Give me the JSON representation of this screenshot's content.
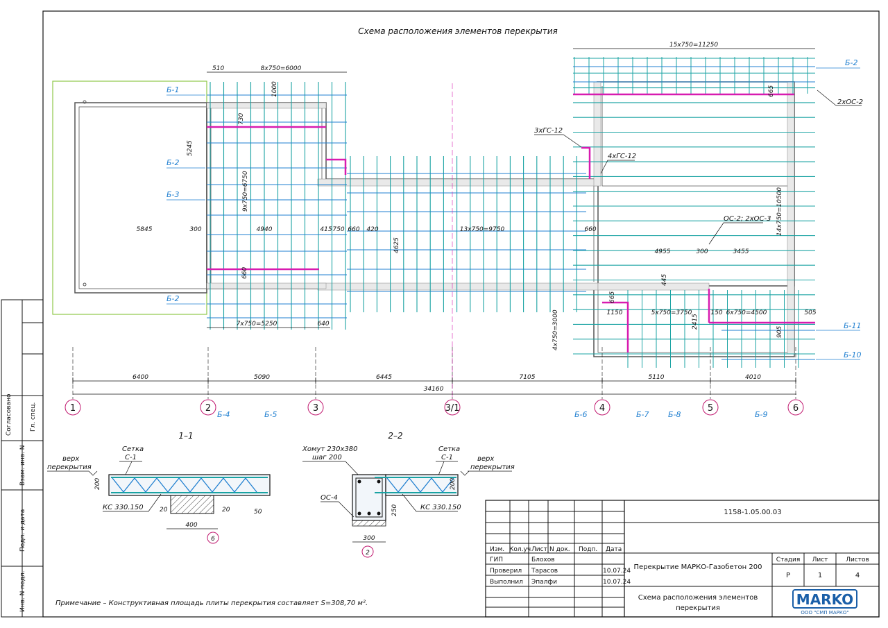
{
  "drawing": {
    "title": "Схема расположения элементов перекрытия",
    "note": "Примечание – Конструктивная площадь плиты перекрытия составляет S=308,70 м².",
    "dims_top": {
      "left_small": "510",
      "left_span": "8x750=6000",
      "right_span": "15x750=11250"
    },
    "dims_inner": {
      "d1000": "1000",
      "d730": "730",
      "d5245": "5245",
      "d9750": "9x750=6750",
      "d5845": "5845",
      "d300": "300",
      "d4940": "4940",
      "d415": "415",
      "d750": "750",
      "d660a": "660",
      "d420": "420",
      "d4625": "4625",
      "d13x750": "13x750=9750",
      "d660b": "660",
      "d660c": "660",
      "d665": "665",
      "d14x750": "14x750=10500",
      "d4955": "4955",
      "d300b": "300",
      "d3455": "3455",
      "d445": "445",
      "d665b": "665",
      "d1150": "1150",
      "d5x750": "5x750=3750",
      "d2415": "2415",
      "d150": "150",
      "d6x750": "6x750=4500",
      "d505": "505",
      "d905": "905",
      "d4x750": "4x750=3000",
      "d7x750": "7x750=5250",
      "d640": "640"
    },
    "dims_bottom": [
      "6400",
      "5090",
      "6445",
      "7105",
      "5110",
      "4010"
    ],
    "dim_total": "34160",
    "axes": [
      "1",
      "2",
      "3",
      "3/1",
      "4",
      "5",
      "6"
    ],
    "beam_labels_left": [
      "Б-1",
      "Б-2",
      "Б-3",
      "Б-2"
    ],
    "beam_labels_right": [
      "Б-2",
      "Б-11",
      "Б-10"
    ],
    "beam_labels_bottom": [
      "Б-4",
      "Б-5",
      "Б-6",
      "Б-7",
      "Б-8",
      "Б-9"
    ],
    "callouts": {
      "c_2xos2": "2хОС-2",
      "c_3xgs12": "3хГС-12",
      "c_4xgs12": "4хГС-12",
      "c_os": "ОС-2; 2хОС-3"
    },
    "section1": {
      "title": "1–1",
      "top_label_1": "верх",
      "top_label_2": "перекрытия",
      "mesh_1": "Сетка",
      "mesh_2": "С-1",
      "ks": "КС 330.150",
      "h200": "200",
      "d20a": "20",
      "d20b": "20",
      "d400": "400",
      "d50": "50",
      "axis": "6"
    },
    "section2": {
      "title": "2–2",
      "clamp_1": "Хомут 230х380",
      "clamp_2": "шаг 200",
      "mesh_1": "Сетка",
      "mesh_2": "С-1",
      "top_label_1": "верх",
      "top_label_2": "перекрытия",
      "os4": "ОС-4",
      "ks": "КС 330.150",
      "h200": "200",
      "d250": "250",
      "d300": "300",
      "axis": "2"
    },
    "side_stamp": [
      "Согласовано",
      "Гл. спец.",
      "Взам. инв. N",
      "Подп. и дата",
      "Инв. N подл."
    ]
  },
  "titleblock": {
    "code": "1158-1.05.00.03",
    "headers": [
      "Изм.",
      "Кол.уч",
      "Лист",
      "N док.",
      "Подп.",
      "Дата"
    ],
    "rows": [
      {
        "role": "ГИП",
        "name": "Блохов",
        "date": ""
      },
      {
        "role": "Проверил",
        "name": "Тарасов",
        "date": "10.07.24"
      },
      {
        "role": "Выполнил",
        "name": "Эпалфи",
        "date": "10.07.24"
      }
    ],
    "project": "Перекрытие МАРКО-Газобетон 200",
    "sheet_name_1": "Схема расположения элементов",
    "sheet_name_2": "перекрытия",
    "stage_label": "Стадия",
    "sheet_label": "Лист",
    "sheets_label": "Листов",
    "stage": "Р",
    "sheet": "1",
    "sheets": "4",
    "company_logo": "MARKO",
    "company": "ООО \"СМП МАРКО\""
  },
  "colors": {
    "beam": "#1f7fd0",
    "joist": "#1aa3a3",
    "magenta": "#d81bb0",
    "outline": "#8fc84a",
    "axis_circle": "#c0186f",
    "wall": "#555555"
  }
}
